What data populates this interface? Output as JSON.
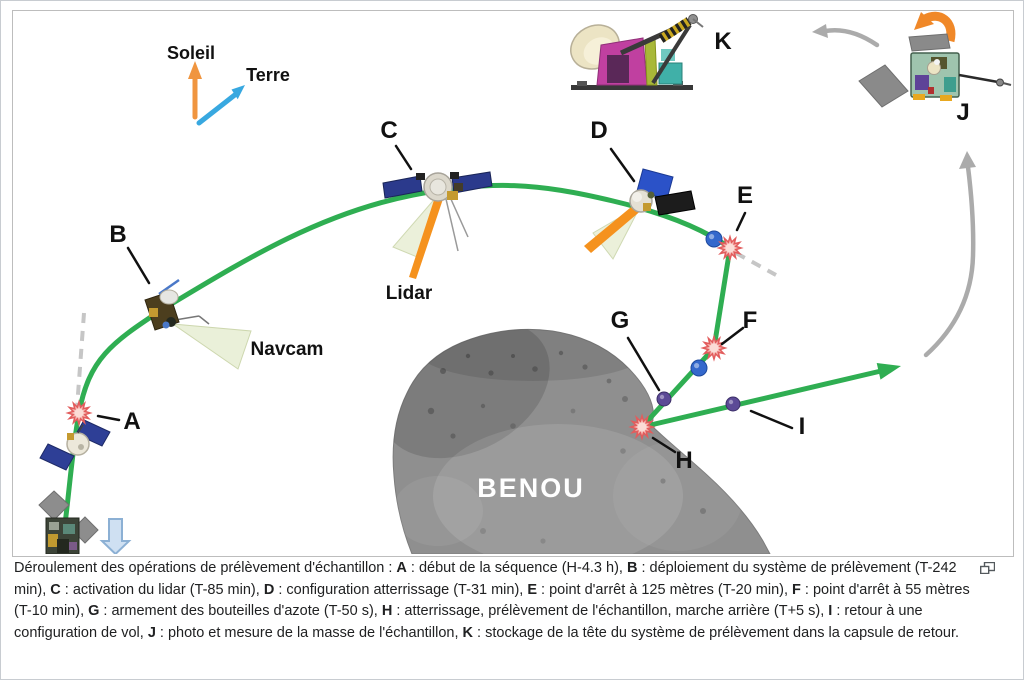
{
  "figure": {
    "caption_segments": [
      {
        "t": "Déroulement des opérations de prélèvement d'échantillon : "
      },
      {
        "b": "A"
      },
      {
        "t": " : début de la séquence (H-4.3 h), "
      },
      {
        "b": "B"
      },
      {
        "t": " : déploiement du système de prélèvement (T-242 min), "
      },
      {
        "b": "C"
      },
      {
        "t": " : activation du lidar (T-85 min), "
      },
      {
        "b": "D"
      },
      {
        "t": " : configuration atterrissage (T-31 min), "
      },
      {
        "b": "E"
      },
      {
        "t": " : point d'arrêt à 125 mètres (T-20 min), "
      },
      {
        "b": "F"
      },
      {
        "t": " : point d'arrêt à 55 mètres (T-10 min), "
      },
      {
        "b": "G"
      },
      {
        "t": " : armement des bouteilles d'azote (T-50 s), "
      },
      {
        "b": "H"
      },
      {
        "t": " : atterrissage, prélèvement de l'échantillon, marche arrière (T+5 s), "
      },
      {
        "b": "I"
      },
      {
        "t": " : retour à une configuration de vol, "
      },
      {
        "b": "J"
      },
      {
        "t": " : photo et mesure de la masse de l'échantillon, "
      },
      {
        "b": "K"
      },
      {
        "t": " : stockage de la tête du système de prélèvement dans la capsule de retour."
      }
    ]
  },
  "diagram": {
    "direction_labels": {
      "sun": "Soleil",
      "earth": "Terre"
    },
    "instrument_labels": {
      "navcam": "Navcam",
      "lidar": "Lidar"
    },
    "asteroid_name": "BENOU",
    "waypoints": {
      "A": "A",
      "B": "B",
      "C": "C",
      "D": "D",
      "E": "E",
      "F": "F",
      "G": "G",
      "H": "H",
      "I": "I",
      "J": "J",
      "K": "K"
    }
  },
  "colors": {
    "trajectory_green": "#2fae52",
    "sun_orange": "#f0953f",
    "earth_blue": "#38a8e0",
    "lidar_orange": "#f5921e",
    "cone_green": "#e9efd6",
    "cone_border": "#c9d4a8",
    "burst_fill": "#f6bdb8",
    "burst_stroke": "#e25d5d",
    "dot_blue": "#3468cc",
    "dot_purple": "#5c4a96",
    "gray_arrow": "#ababab",
    "dashed_gray": "#c6c6c6",
    "asteroid_gray": "#8f8f8f",
    "label_black": "#111111",
    "caption_text": "#202122",
    "frame_border": "#c8ccd1",
    "image_border": "#bdbdbd",
    "down_arrow_fill": "#cfe0f2",
    "down_arrow_stroke": "#8cb0d4"
  }
}
